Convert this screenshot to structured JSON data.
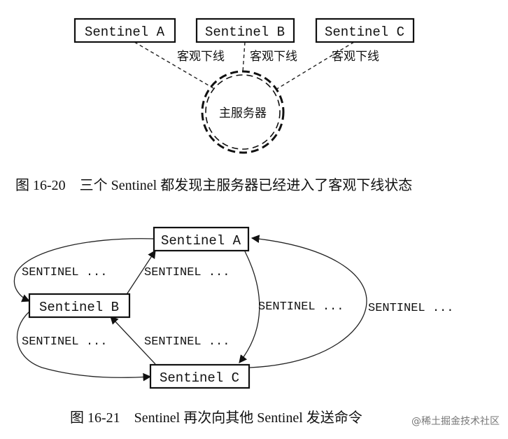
{
  "figure1": {
    "sentinels": [
      "Sentinel A",
      "Sentinel B",
      "Sentinel C"
    ],
    "status_label": "客观下线",
    "master": "主服务器",
    "caption": "图 16-20　三个 Sentinel 都发现主服务器已经进入了客观下线状态"
  },
  "figure2": {
    "nodes": [
      "Sentinel A",
      "Sentinel B",
      "Sentinel C"
    ],
    "message": "SENTINEL ...",
    "caption": "图 16-21　Sentinel 再次向其他 Sentinel 发送命令"
  },
  "watermark": "@稀土掘金技术社区"
}
